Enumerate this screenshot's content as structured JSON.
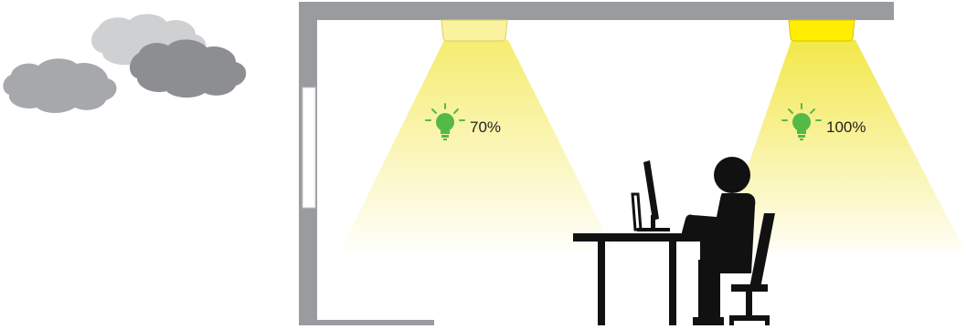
{
  "lights": [
    {
      "label": "70%",
      "level_percent": 70
    },
    {
      "label": "100%",
      "level_percent": 100
    }
  ],
  "colors": {
    "wall": "#9a9b9f",
    "lamp_dim": "#fbf3a0",
    "lamp_full": "#ffee00",
    "beam": "#f2e640",
    "bulb_icon": "#55b947",
    "person": "#111111",
    "cloud_light": "#cfd0d2",
    "cloud_mid": "#a7a8ab",
    "cloud_dark": "#8d8e91"
  },
  "icons": [
    "cloud-icon",
    "lightbulb-icon",
    "person-at-desk-icon",
    "monitor-icon",
    "laptop-icon",
    "chair-icon"
  ]
}
